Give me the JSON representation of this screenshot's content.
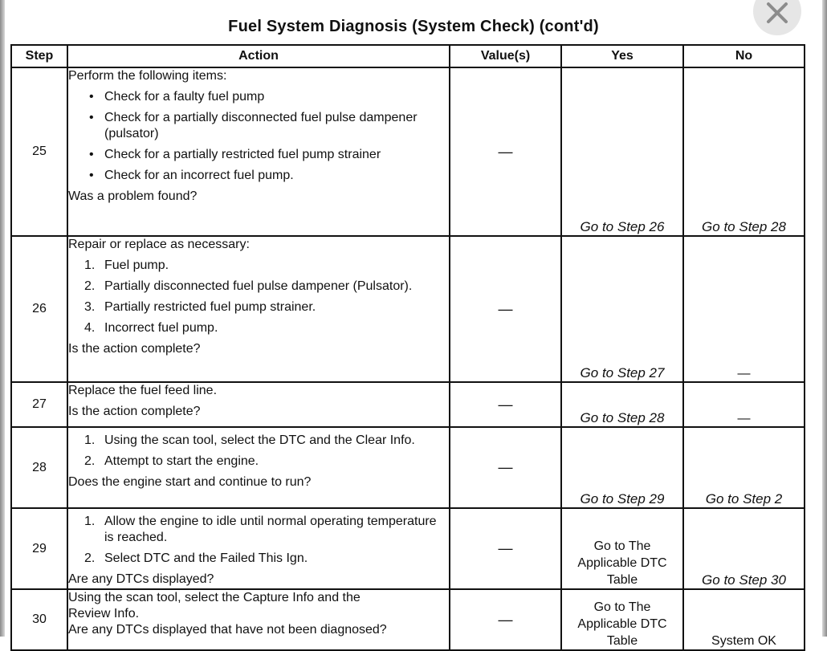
{
  "title": "Fuel System Diagnosis (System Check) (cont'd)",
  "headers": {
    "step": "Step",
    "action": "Action",
    "values": "Value(s)",
    "yes": "Yes",
    "no": "No"
  },
  "rows": [
    {
      "step": "25",
      "lead": "Perform the following items:",
      "items": [
        "Check for a faulty fuel pump",
        "Check for a partially disconnected fuel pulse dampener (pulsator)",
        "Check for a partially restricted fuel pump strainer",
        "Check for an incorrect fuel pump."
      ],
      "question": "Was a problem found?",
      "value": "—",
      "yes": "Go to Step 26",
      "no": "Go to Step 28"
    },
    {
      "step": "26",
      "lead": "Repair or replace as necessary:",
      "items": [
        {
          "n": "1.",
          "text": "Fuel pump."
        },
        {
          "n": "2.",
          "text": "Partially disconnected fuel pulse dampener (Pulsator)."
        },
        {
          "n": "3.",
          "text": "Partially restricted fuel pump strainer."
        },
        {
          "n": "4.",
          "text": "Incorrect fuel pump."
        }
      ],
      "question": "Is the action complete?",
      "value": "—",
      "yes": "Go to Step 27",
      "no": "—"
    },
    {
      "step": "27",
      "lead": "Replace the fuel feed line.",
      "question": "Is the action complete?",
      "value": "—",
      "yes": "Go to Step 28",
      "no": "—"
    },
    {
      "step": "28",
      "items": [
        {
          "n": "1.",
          "text": "Using the scan tool, select the DTC and the Clear Info."
        },
        {
          "n": "2.",
          "text": "Attempt to start the engine."
        }
      ],
      "question": "Does the engine start and continue to run?",
      "value": "—",
      "yes": "Go to Step 29",
      "no": "Go to Step 2"
    },
    {
      "step": "29",
      "items": [
        {
          "n": "1.",
          "text": "Allow the engine to idle until normal operating temperature is reached."
        },
        {
          "n": "2.",
          "text": "Select DTC and the Failed This Ign."
        }
      ],
      "question": "Are any DTCs displayed?",
      "value": "—",
      "yes": "Go to The Applicable DTC Table",
      "no": "Go to Step 30"
    },
    {
      "step": "30",
      "lead": "Using the scan tool, select the Capture Info and the Review Info.",
      "question": "Are any DTCs displayed that have not been diagnosed?",
      "value": "—",
      "yes": "Go to The Applicable DTC Table",
      "no": "System OK"
    }
  ],
  "close_icon": "close-icon"
}
